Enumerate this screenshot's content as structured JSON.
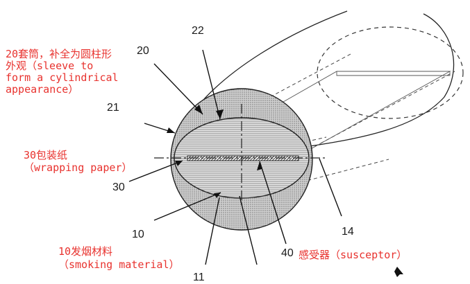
{
  "figure": {
    "numbers": {
      "n22": "22",
      "n20": "20",
      "n21": "21",
      "n30": "30",
      "n10": "10",
      "n11": "11",
      "n40": "40",
      "n14": "14"
    },
    "annotations": {
      "sleeve": "20套筒，补全为圆柱形\n外观（sleeve to\nform a cylindrical\nappearance）",
      "wrapping_paper_cn": "30包装纸",
      "wrapping_paper_en": "（wrapping paper）",
      "smoking_material_cn": "10发烟材料",
      "smoking_material_en": "（smoking material）",
      "susceptor": "感受器（susceptor）"
    }
  }
}
